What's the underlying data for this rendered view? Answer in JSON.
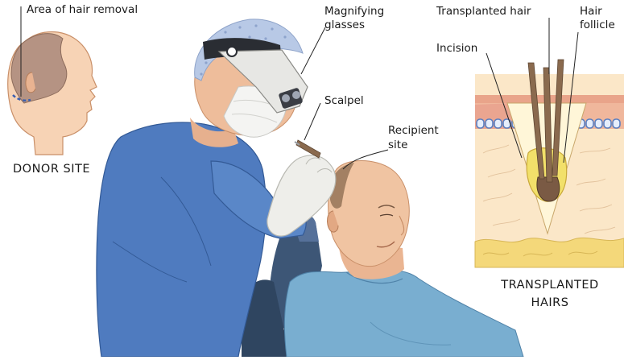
{
  "labels": {
    "area_of_hair_removal": "Area of hair removal",
    "magnifying_glasses_line1": "Magnifying",
    "magnifying_glasses_line2": "glasses",
    "transplanted_hair": "Transplanted hair",
    "hair_follicle_line1": "Hair",
    "hair_follicle_line2": "follicle",
    "incision": "Incision",
    "scalpel": "Scalpel",
    "recipient_site_line1": "Recipient",
    "recipient_site_line2": "site"
  },
  "captions": {
    "donor_site": "DONOR SITE",
    "transplanted_hairs_line1": "TRANSPLANTED",
    "transplanted_hairs_line2": "HAIRS"
  },
  "colors": {
    "skin": "#f3c9a8",
    "donor_hair": "#b59383",
    "scrubs": "#4f7bbf",
    "patient_gown": "#79aed0",
    "cap": "#b8c9e6",
    "glove": "#eeeeea",
    "chair": "#3d5676",
    "dermis": "#fbe7c8",
    "fat": "#f4d87a",
    "epidermis": "#e9a48a",
    "cells": "#5b7fc0",
    "hair_shaft": "#8a6a4e",
    "follicle": "#f2e06a"
  }
}
